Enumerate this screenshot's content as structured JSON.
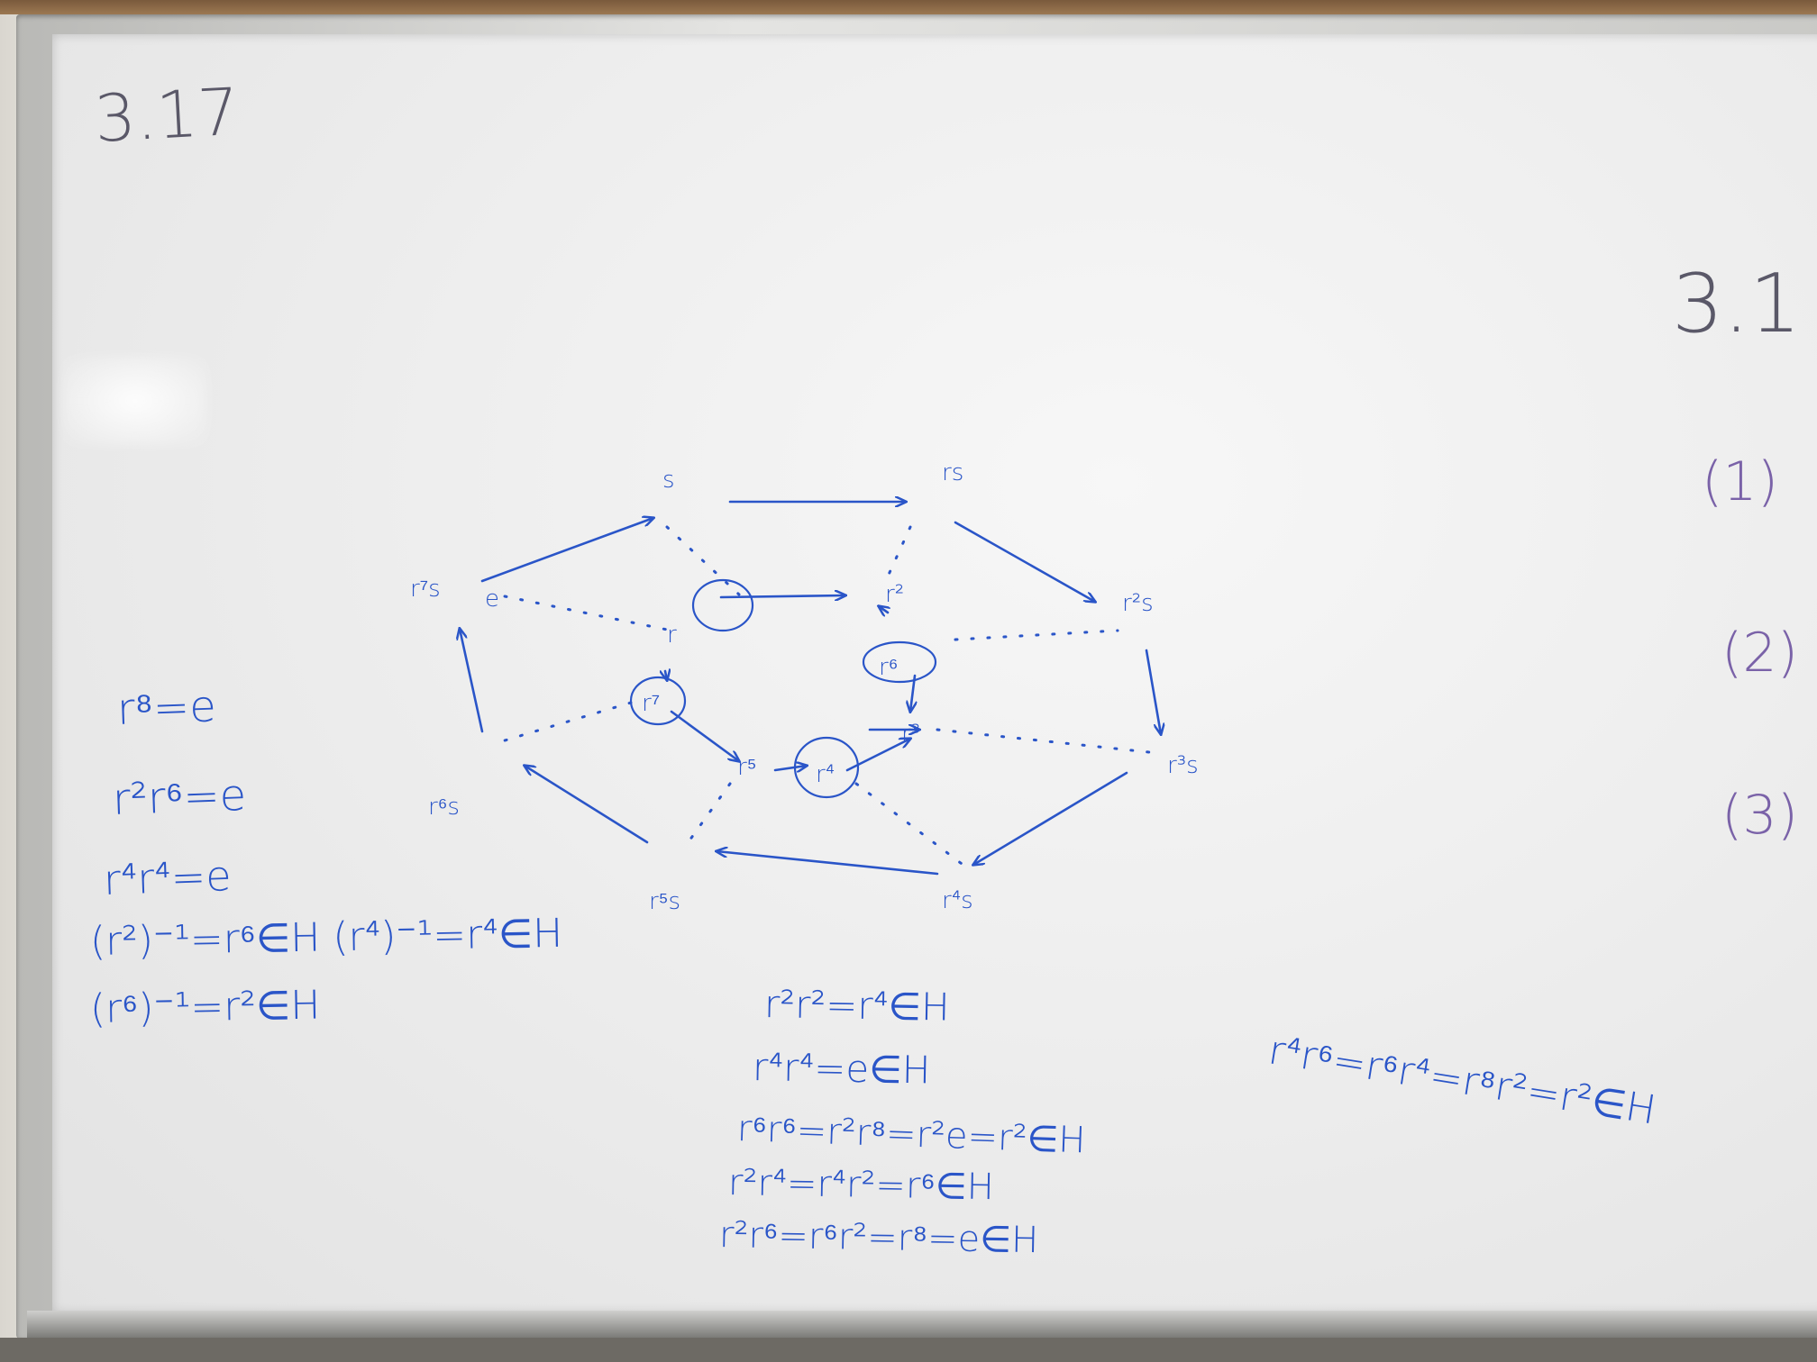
{
  "board": {
    "headings": {
      "left": "3.17",
      "right": "3.1"
    },
    "right_list": [
      "(1)",
      "(2)",
      "(3)"
    ],
    "left_equations": [
      "r⁸=e",
      "r²r⁶=e",
      "r⁴r⁴=e",
      "(r²)⁻¹=r⁶∈H (r⁴)⁻¹=r⁴∈H",
      "(r⁶)⁻¹=r²∈H"
    ],
    "center_equations": [
      "r²r²=r⁴∈H",
      "r⁴r⁴=e∈H",
      "r⁶r⁶=r²r⁸=r²e=r²∈H",
      "r²r⁴=r⁴r²=r⁶∈H",
      "r²r⁶=r⁶r²=r⁸=e∈H"
    ],
    "right_equation": "r⁴r⁶=r⁶r⁴=r⁸r²=r²∈H",
    "diagram_labels": {
      "outer": [
        "s",
        "rs",
        "r²s",
        "r³s",
        "r⁴s",
        "r⁵s",
        "r⁶s",
        "r⁷s"
      ],
      "inner": [
        "e",
        "r",
        "r²",
        "r³",
        "r⁴",
        "r⁵",
        "r⁶",
        "r⁷"
      ]
    }
  },
  "colors": {
    "marker_blue": "#2a55c8",
    "marker_gray": "#5a5868",
    "marker_purple": "#7a62a8",
    "board": "#f1f1f1"
  }
}
